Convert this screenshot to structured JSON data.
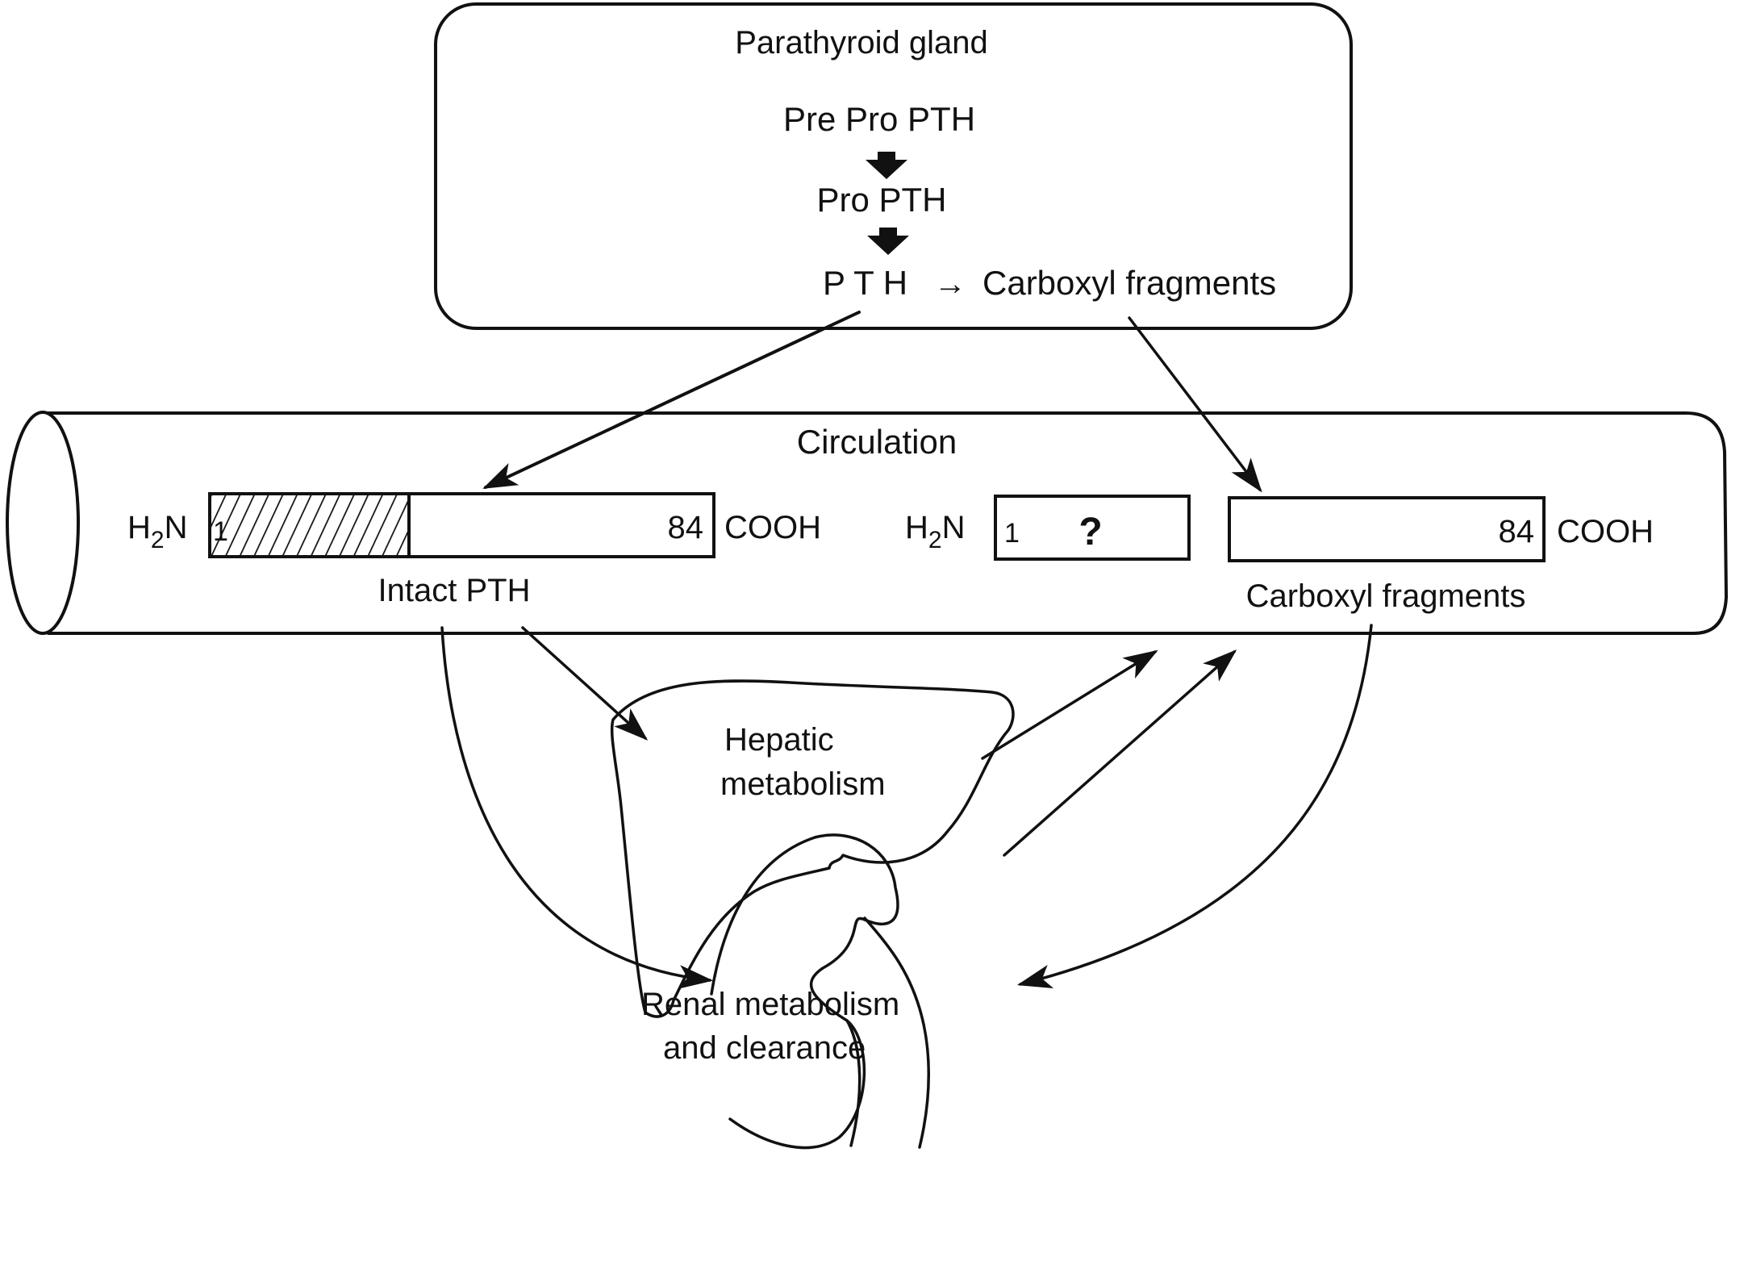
{
  "diagram": {
    "gland": {
      "title": "Parathyroid   gland",
      "step1": "Pre Pro PTH",
      "step2": "Pro PTH",
      "step3_pth": "P T H",
      "step3_arrow": "→",
      "step3_fragments": "Carboxyl fragments"
    },
    "circulation": {
      "title": "Circulation",
      "intact": {
        "n_terminus": "H",
        "n_sub": "2",
        "n_tail": "N",
        "start_residue": "1",
        "end_residue": "84",
        "c_terminus": "COOH",
        "label": "Intact PTH"
      },
      "amino_fragment": {
        "n_terminus": "H",
        "n_sub": "2",
        "n_tail": "N",
        "start_residue": "1",
        "unknown": "?"
      },
      "carboxyl_fragment": {
        "end_residue": "84",
        "c_terminus": "COOH",
        "label": "Carboxyl fragments"
      }
    },
    "liver": {
      "line1": "Hepatic",
      "line2": "metabolism"
    },
    "kidney": {
      "line1": "Renal metabolism",
      "line2": "and   clearance"
    }
  }
}
